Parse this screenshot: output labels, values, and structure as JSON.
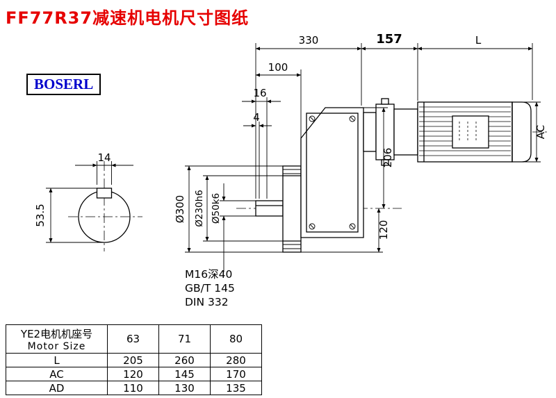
{
  "page": {
    "title": "FF77R37减速机电机尺寸图纸",
    "brand": "BOSERL"
  },
  "drawing": {
    "dims": {
      "overall_330": "330",
      "len_157": "157",
      "motor_L": "L",
      "len_100": "100",
      "len_16": "16",
      "len_4": "4",
      "key_width": "14",
      "key_height": "53.5",
      "flange_od": "Ø300",
      "spigot_d": "Ø230h6",
      "shaft_d": "Ø50k6",
      "height_206": "206",
      "height_120": "120",
      "motor_AC": "AC"
    },
    "notes": {
      "tap": "M16深40",
      "std1": "GB/T 145",
      "std2": "DIN 332"
    }
  },
  "table": {
    "header_line1": "YE2电机机座号",
    "header_line2": "Motor Size",
    "sizes": [
      "63",
      "71",
      "80"
    ],
    "rows": [
      {
        "label": "L",
        "values": [
          "205",
          "260",
          "280"
        ]
      },
      {
        "label": "AC",
        "values": [
          "120",
          "145",
          "170"
        ]
      },
      {
        "label": "AD",
        "values": [
          "110",
          "130",
          "135"
        ]
      }
    ]
  }
}
